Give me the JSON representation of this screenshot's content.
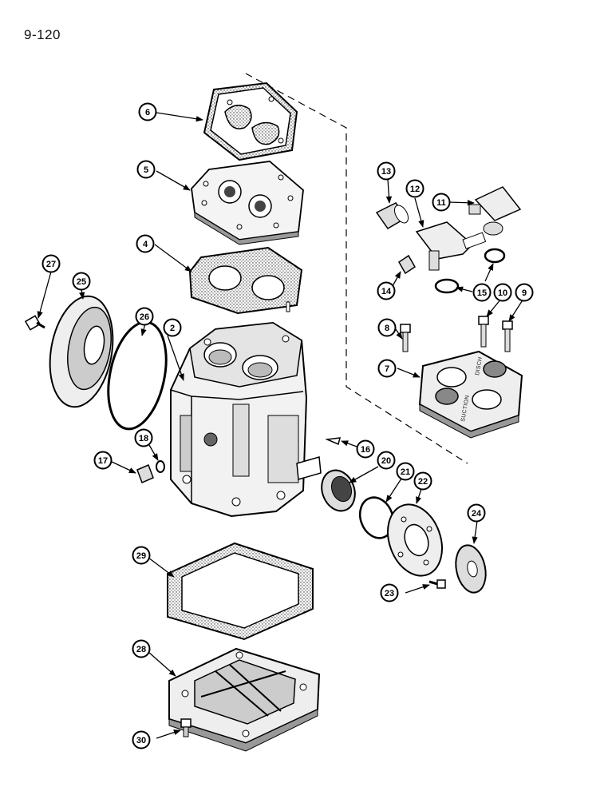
{
  "page_number": "9-120",
  "stamped_labels": {
    "suction": "SUCTION",
    "discharge": "DISCH"
  },
  "callouts": [
    {
      "id": "2",
      "label": "2"
    },
    {
      "id": "4",
      "label": "4"
    },
    {
      "id": "5",
      "label": "5"
    },
    {
      "id": "6",
      "label": "6"
    },
    {
      "id": "7",
      "label": "7"
    },
    {
      "id": "8",
      "label": "8"
    },
    {
      "id": "9",
      "label": "9"
    },
    {
      "id": "10",
      "label": "10"
    },
    {
      "id": "11",
      "label": "11"
    },
    {
      "id": "12",
      "label": "12"
    },
    {
      "id": "13",
      "label": "13"
    },
    {
      "id": "14",
      "label": "14"
    },
    {
      "id": "15",
      "label": "15"
    },
    {
      "id": "16",
      "label": "16"
    },
    {
      "id": "17",
      "label": "17"
    },
    {
      "id": "18",
      "label": "18"
    },
    {
      "id": "20",
      "label": "20"
    },
    {
      "id": "21",
      "label": "21"
    },
    {
      "id": "22",
      "label": "22"
    },
    {
      "id": "23",
      "label": "23"
    },
    {
      "id": "24",
      "label": "24"
    },
    {
      "id": "25",
      "label": "25"
    },
    {
      "id": "26",
      "label": "26"
    },
    {
      "id": "27",
      "label": "27"
    },
    {
      "id": "28",
      "label": "28"
    },
    {
      "id": "29",
      "label": "29"
    },
    {
      "id": "30",
      "label": "30"
    }
  ]
}
